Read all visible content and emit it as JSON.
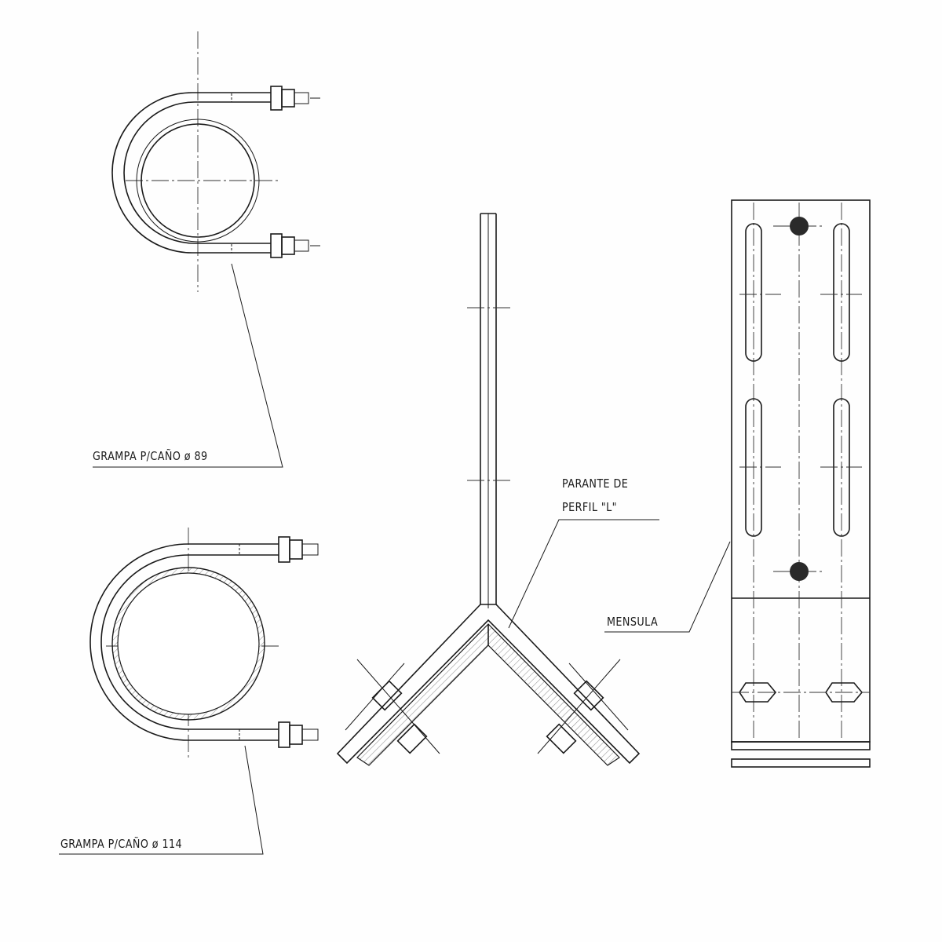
{
  "labels": {
    "clamp_89": "GRAMPA P/CAÑO ø 89",
    "clamp_114": "GRAMPA P/CAÑO ø 114",
    "upright_line1": "PARANTE DE",
    "upright_line2": "PERFIL \"L\"",
    "bracket": "MENSULA"
  },
  "colors": {
    "ink": "#1a1a1a",
    "background": "#fefefe"
  }
}
